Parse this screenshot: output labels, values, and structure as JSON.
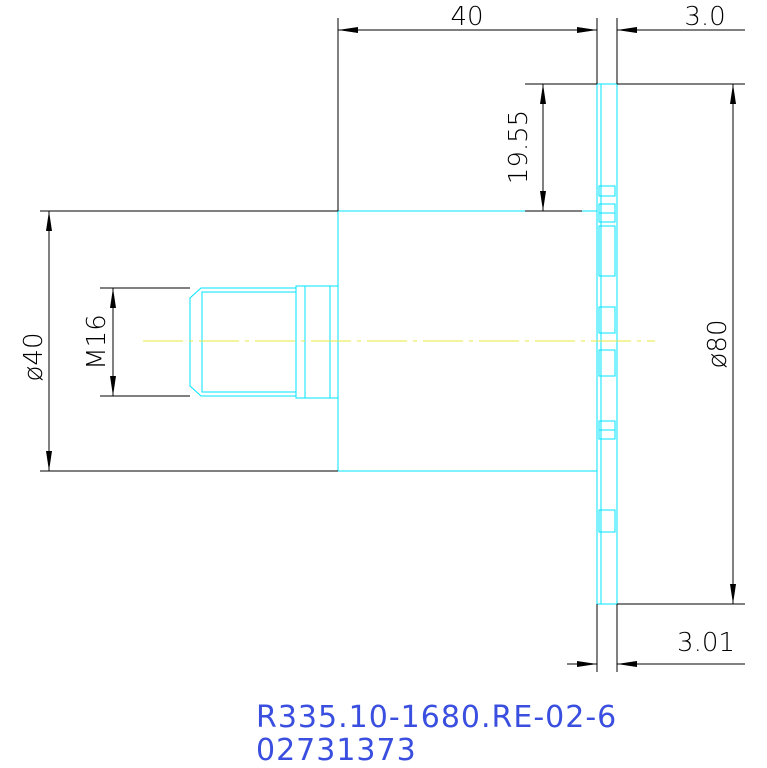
{
  "dimensions": {
    "length": "40",
    "flange_thickness_top": "3.0",
    "offset": "19.55",
    "body_diameter": "ø40",
    "thread": "M16",
    "flange_diameter": "ø80",
    "flange_thickness_bottom": "3.01"
  },
  "title_block": {
    "part_number": "R335.10-1680.RE-02-6",
    "drawing_number": "02731373"
  },
  "colors": {
    "part_outline": "#00e5ff",
    "center_line": "#e8e840",
    "dimension": "#000000",
    "title_text": "#3a4fe0"
  }
}
